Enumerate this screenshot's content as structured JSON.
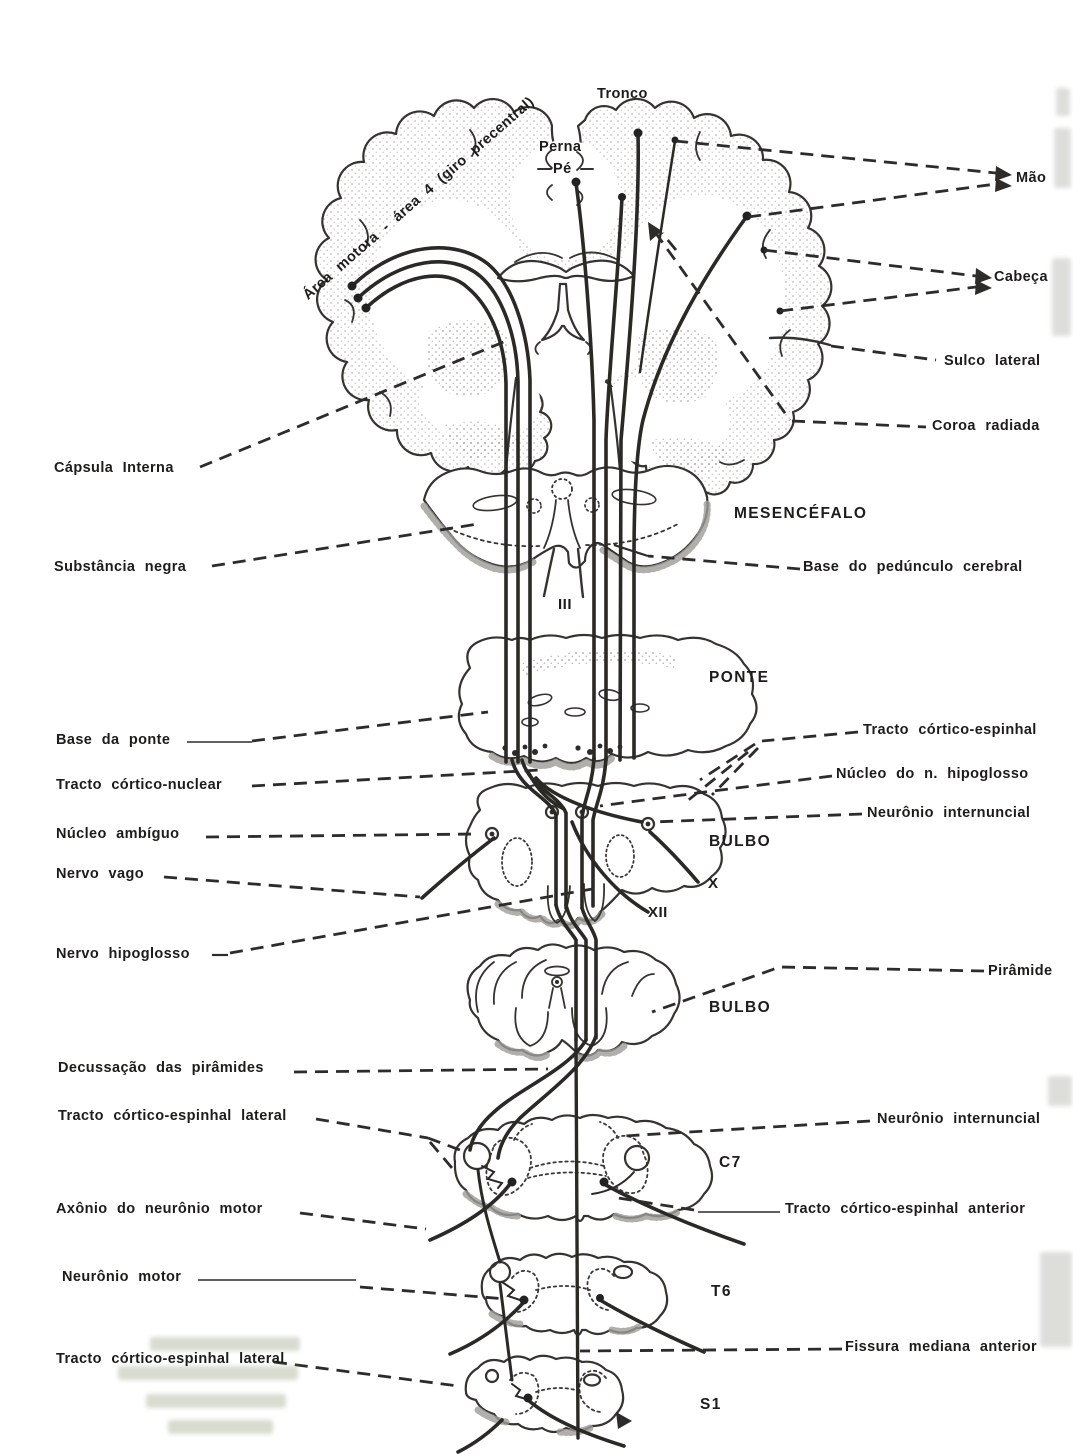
{
  "figure": {
    "colors": {
      "ink": "#2e2c2a",
      "paper": "#ffffff"
    },
    "cortex_labels": {
      "area_motora": "Área motora - área 4 (giro precentral)",
      "tronco": "Tronco",
      "perna": "Perna",
      "pe": "Pé",
      "mao": "Mão",
      "cabeca": "Cabeça",
      "sulco_lateral": "Sulco lateral",
      "coroa_radiada": "Coroa radiada",
      "capsula_interna": "Cápsula Interna"
    },
    "brainstem_labels": {
      "substancia_negra": "Substância negra",
      "mesencefalo": "MESENCÉFALO",
      "base_pedunculo": "Base do pedúnculo cerebral",
      "nervo_iii": "III",
      "ponte": "PONTE",
      "base_da_ponte": "Base da ponte",
      "tracto_cortico_espinhal": "Tracto córtico-espinhal",
      "tracto_cortico_nuclear": "Tracto córtico-nuclear",
      "nucleo_hipoglosso": "Núcleo do n. hipoglosso",
      "neuronio_internuncial": "Neurônio internuncial",
      "nucleo_ambiguo": "Núcleo ambíguo",
      "bulbo_superior": "BULBO",
      "nervo_vago": "Nervo vago",
      "nervo_x": "X",
      "nervo_xii": "XII",
      "nervo_hipoglosso": "Nervo hipoglosso",
      "piramide": "Pirâmide",
      "bulbo_inferior": "BULBO",
      "decussacao": "Decussação das pirâmides"
    },
    "spinal_labels": {
      "tracto_lateral_c7": "Tracto córtico-espinhal lateral",
      "neuronio_internuncial": "Neurônio internuncial",
      "c7": "C7",
      "axonio_motor": "Axônio do neurônio motor",
      "tracto_anterior": "Tracto córtico-espinhal anterior",
      "neuronio_motor": "Neurônio motor",
      "t6": "T6",
      "fissura_mediana": "Fissura mediana anterior",
      "tracto_lateral_s1": "Tracto córtico-espinhal lateral",
      "s1": "S1"
    }
  }
}
